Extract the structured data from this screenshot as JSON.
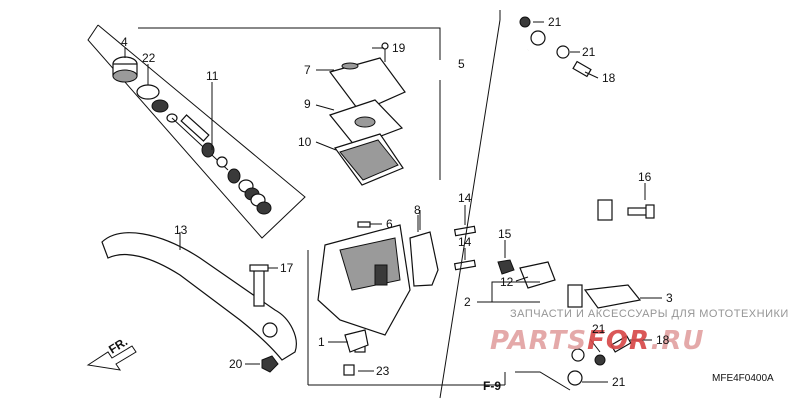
{
  "callouts": {
    "c1": "1",
    "c2": "2",
    "c3": "3",
    "c4": "4",
    "c5": "5",
    "c6": "6",
    "c7": "7",
    "c8": "8",
    "c9": "9",
    "c10": "10",
    "c11": "11",
    "c12": "12",
    "c13": "13",
    "c14a": "14",
    "c14b": "14",
    "c15": "15",
    "c16": "16",
    "c17": "17",
    "c18a": "18",
    "c18b": "18",
    "c19": "19",
    "c20": "20",
    "c21a": "21",
    "c21b": "21",
    "c21c": "21",
    "c21d": "21",
    "c22": "22",
    "c23": "23"
  },
  "footer": {
    "fig_ref": "F-9",
    "diagram_code": "MFE4F0400A",
    "fr_arrow": "FR."
  },
  "watermark": {
    "caption": "ЗАПЧАСТИ И АКСЕССУАРЫ ДЛЯ МОТОТЕХНИКИ",
    "brand_a": "PARTS",
    "brand_b": "FOR",
    "brand_c": ".RU"
  }
}
